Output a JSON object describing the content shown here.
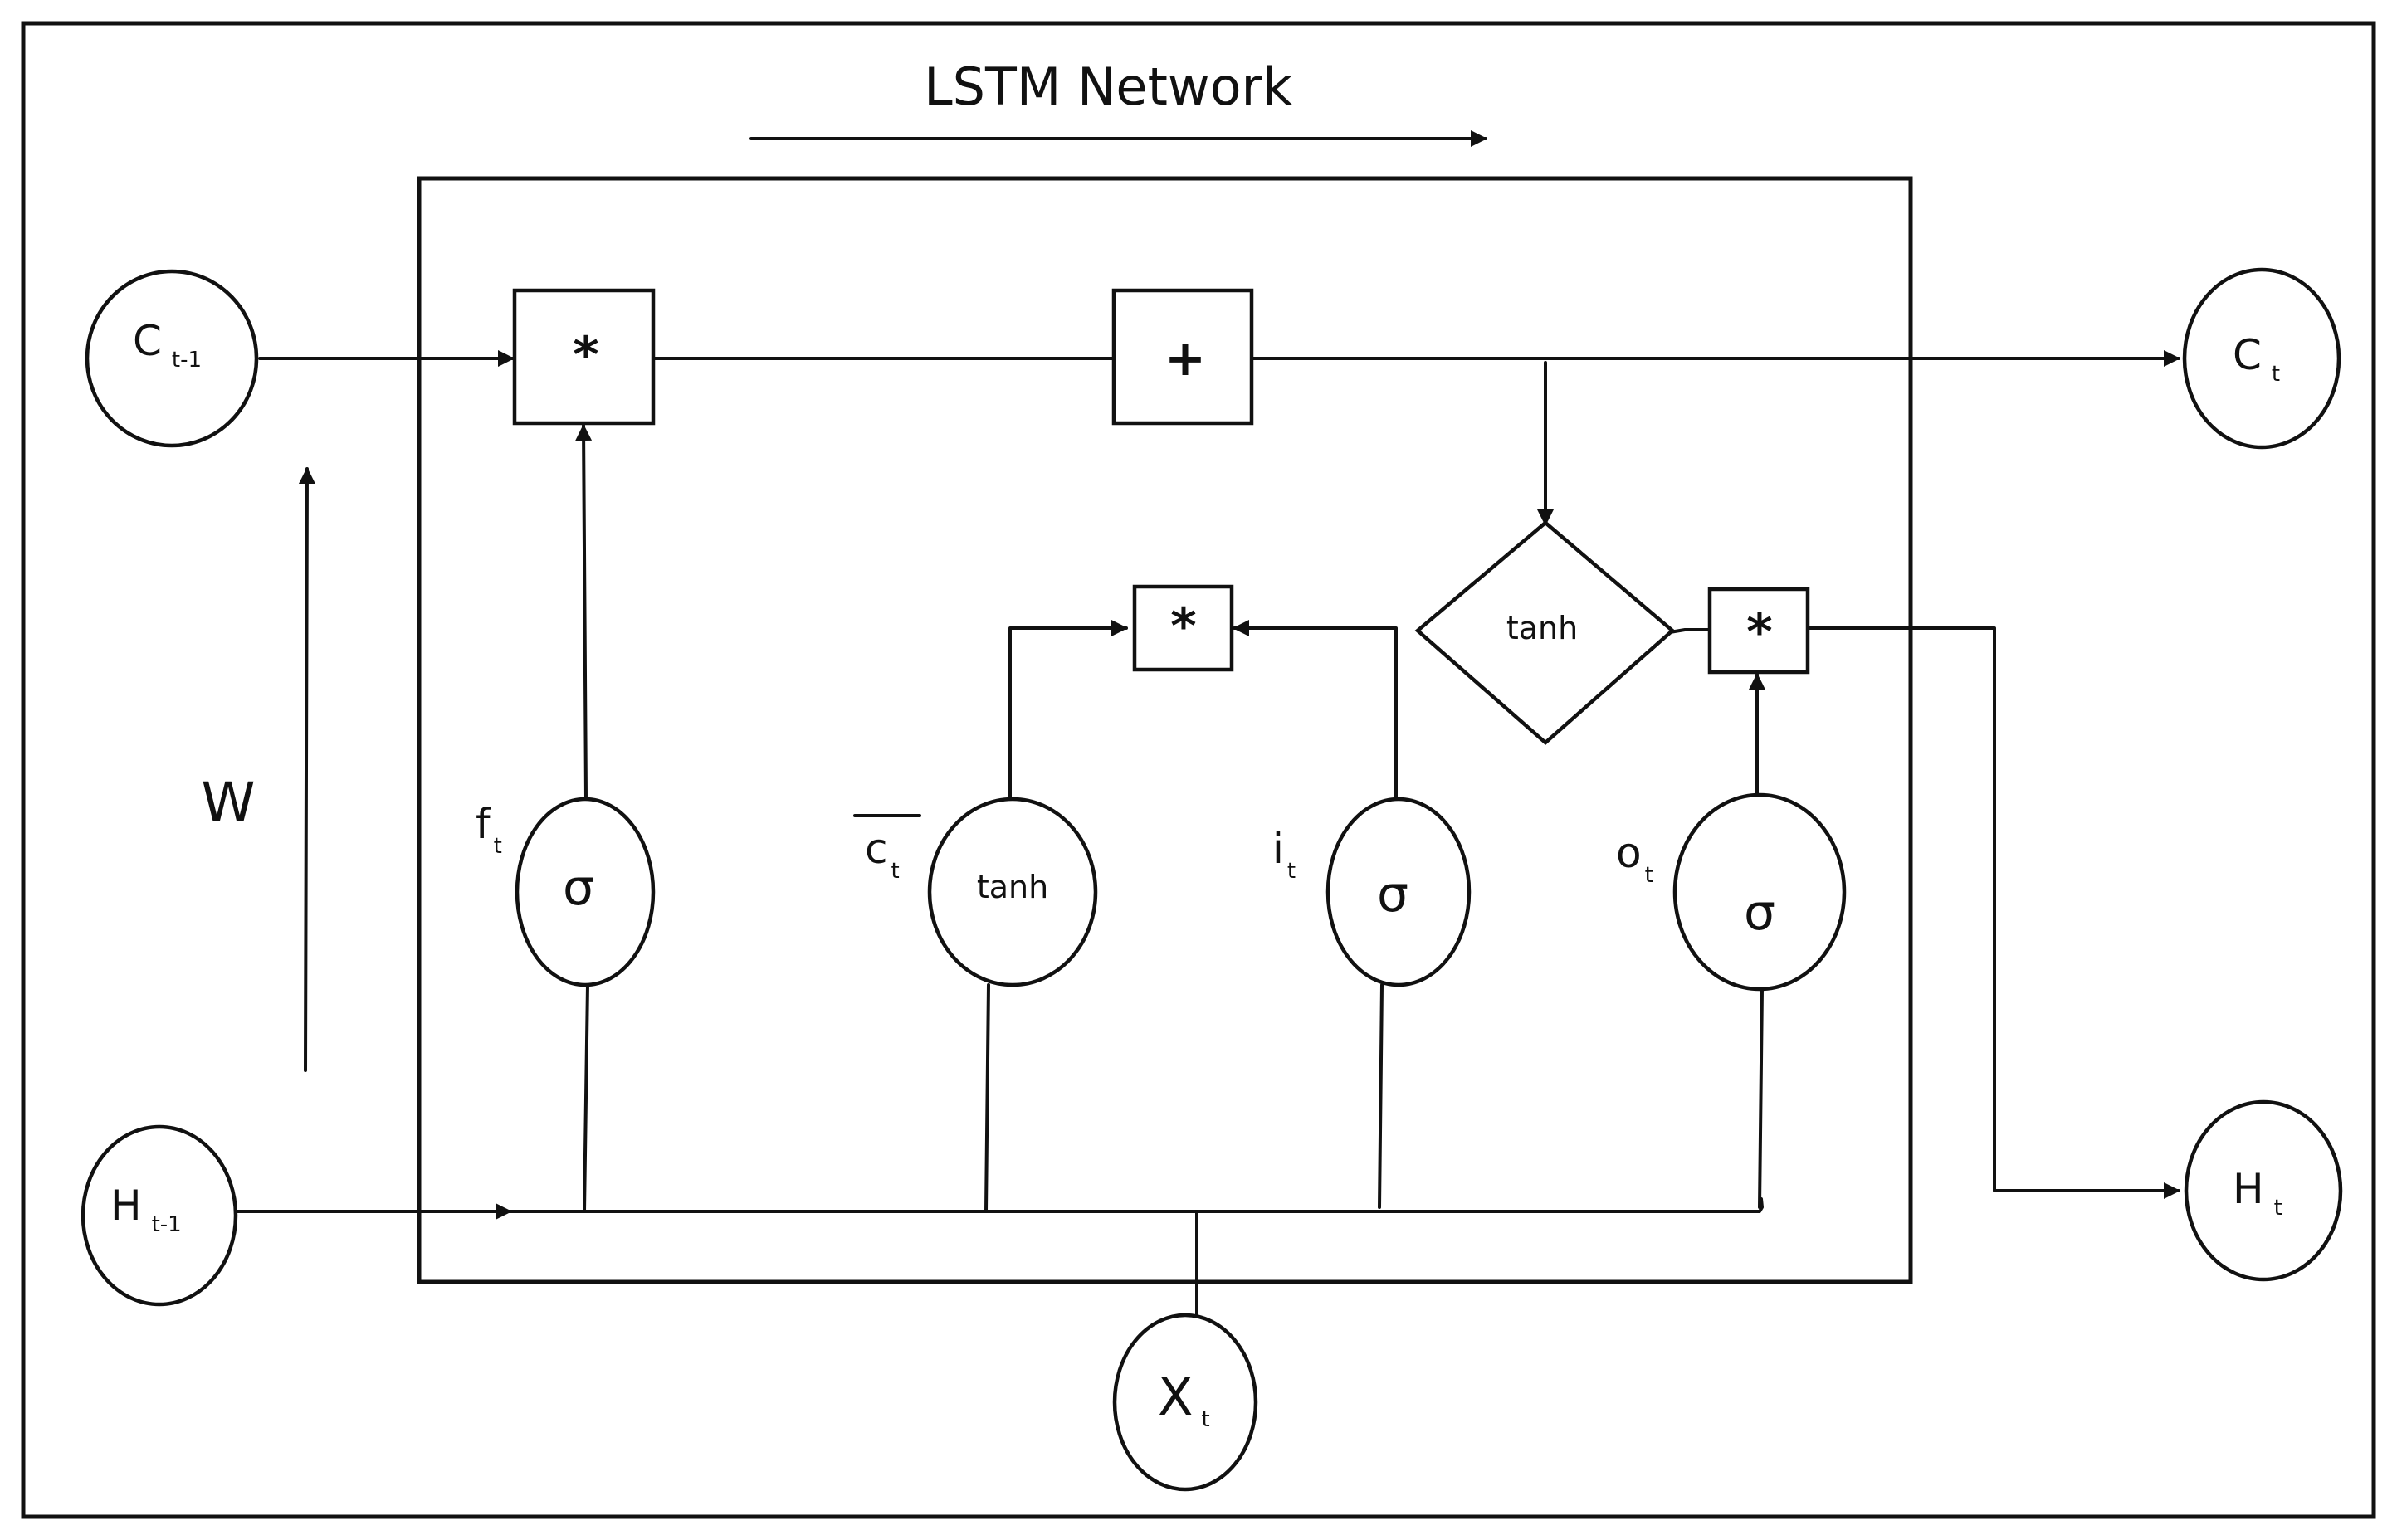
{
  "title": "LSTM Network",
  "weight_label": "W",
  "inputs": {
    "c_prev": {
      "main": "C",
      "sub": "t-1"
    },
    "h_prev": {
      "main": "H",
      "sub": "t-1"
    },
    "x": {
      "main": "X",
      "sub": "t"
    }
  },
  "outputs": {
    "c": {
      "main": "C",
      "sub": "t"
    },
    "h": {
      "main": "H",
      "sub": "t"
    }
  },
  "operators": {
    "forget_mult": "*",
    "add": "+",
    "input_mult": "*",
    "output_mult": "*"
  },
  "cell_tanh": "tanh",
  "gates": [
    {
      "id": "forget",
      "label": "f",
      "sub": "t",
      "fn": "σ"
    },
    {
      "id": "candidate",
      "label": "c",
      "sub": "t",
      "fn": "tanh"
    },
    {
      "id": "input",
      "label": "i",
      "sub": "t",
      "fn": "σ"
    },
    {
      "id": "output",
      "label": "o",
      "sub": "t",
      "fn": "σ"
    }
  ]
}
